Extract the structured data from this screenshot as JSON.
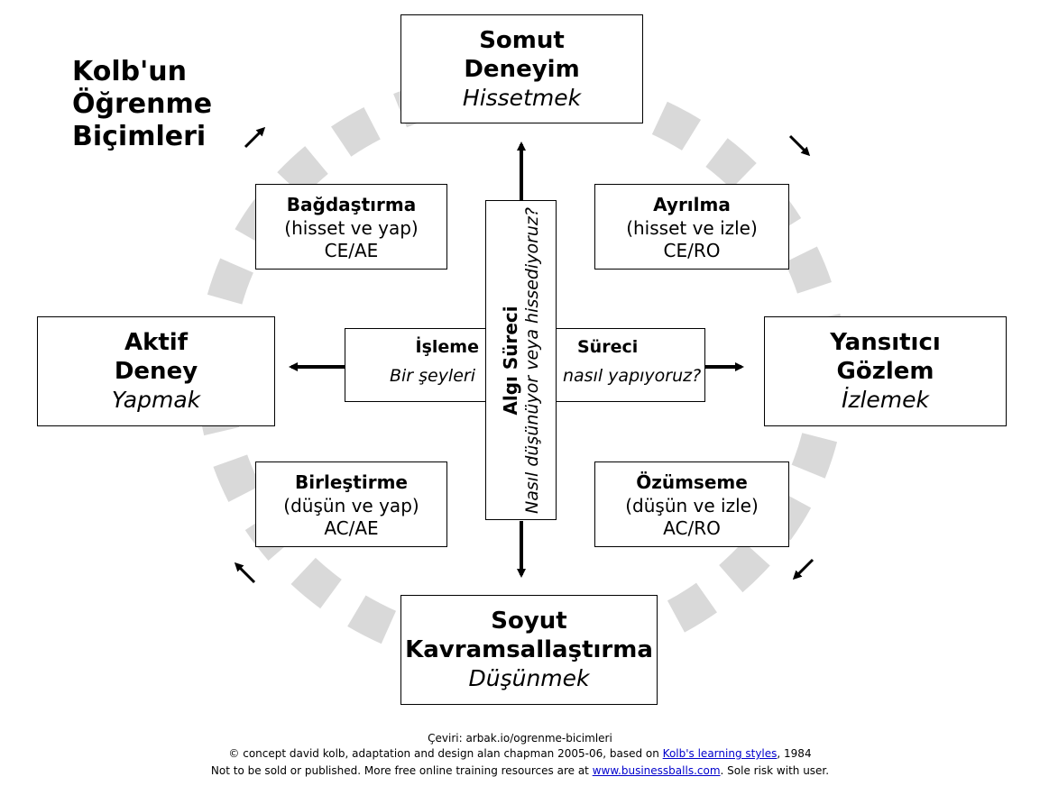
{
  "title": {
    "line1": "Kolb'un",
    "line2": "Öğrenme",
    "line3": "Biçimleri"
  },
  "top": {
    "line1": "Somut",
    "line2": "Deneyim",
    "verb": "Hissetmek"
  },
  "left": {
    "line1": "Aktif",
    "line2": "Deney",
    "verb": "Yapmak"
  },
  "right": {
    "line1": "Yansıtıcı",
    "line2": "Gözlem",
    "verb": "İzlemek"
  },
  "bottom": {
    "line1": "Soyut",
    "line2": "Kavramsallaştırma",
    "verb": "Düşünmek"
  },
  "styles": {
    "tl": {
      "name": "Bağdaştırma",
      "desc": "(hisset ve yap)",
      "code": "CE/AE"
    },
    "tr": {
      "name": "Ayrılma",
      "desc": "(hisset ve izle)",
      "code": "CE/RO"
    },
    "bl": {
      "name": "Birleştirme",
      "desc": "(düşün ve yap)",
      "code": "AC/AE"
    },
    "br": {
      "name": "Özümseme",
      "desc": "(düşün ve izle)",
      "code": "AC/RO"
    }
  },
  "processing": {
    "left_bold": "İşleme",
    "left_italic": "Bir şeyleri",
    "right_bold": "Süreci",
    "right_italic": "nasıl yapıyoruz?"
  },
  "perception": {
    "bold": "Algı Süreci",
    "italic": "Nasıl düşünüyor veya hissediyoruz?"
  },
  "footer": {
    "line1": "Çeviri: arbak.io/ogrenme-bicimleri",
    "line2_prefix": "© concept david kolb, adaptation and design alan chapman 2005-06, based on",
    "line2_link": "Kolb's learning styles",
    "line2_suffix": ", 1984",
    "line3_prefix": "Not to be sold or published. More free online training resources are at",
    "line3_link": "www.businessballs.com",
    "line3_suffix": ". Sole risk with user."
  },
  "colors": {
    "cycle_dash": "#d9d9d9",
    "ink": "#000000",
    "link": "#0000cc"
  },
  "icons": [
    "arrow-up-right-icon",
    "arrow-down-right-icon",
    "arrow-down-left-icon",
    "arrow-up-left-icon"
  ]
}
